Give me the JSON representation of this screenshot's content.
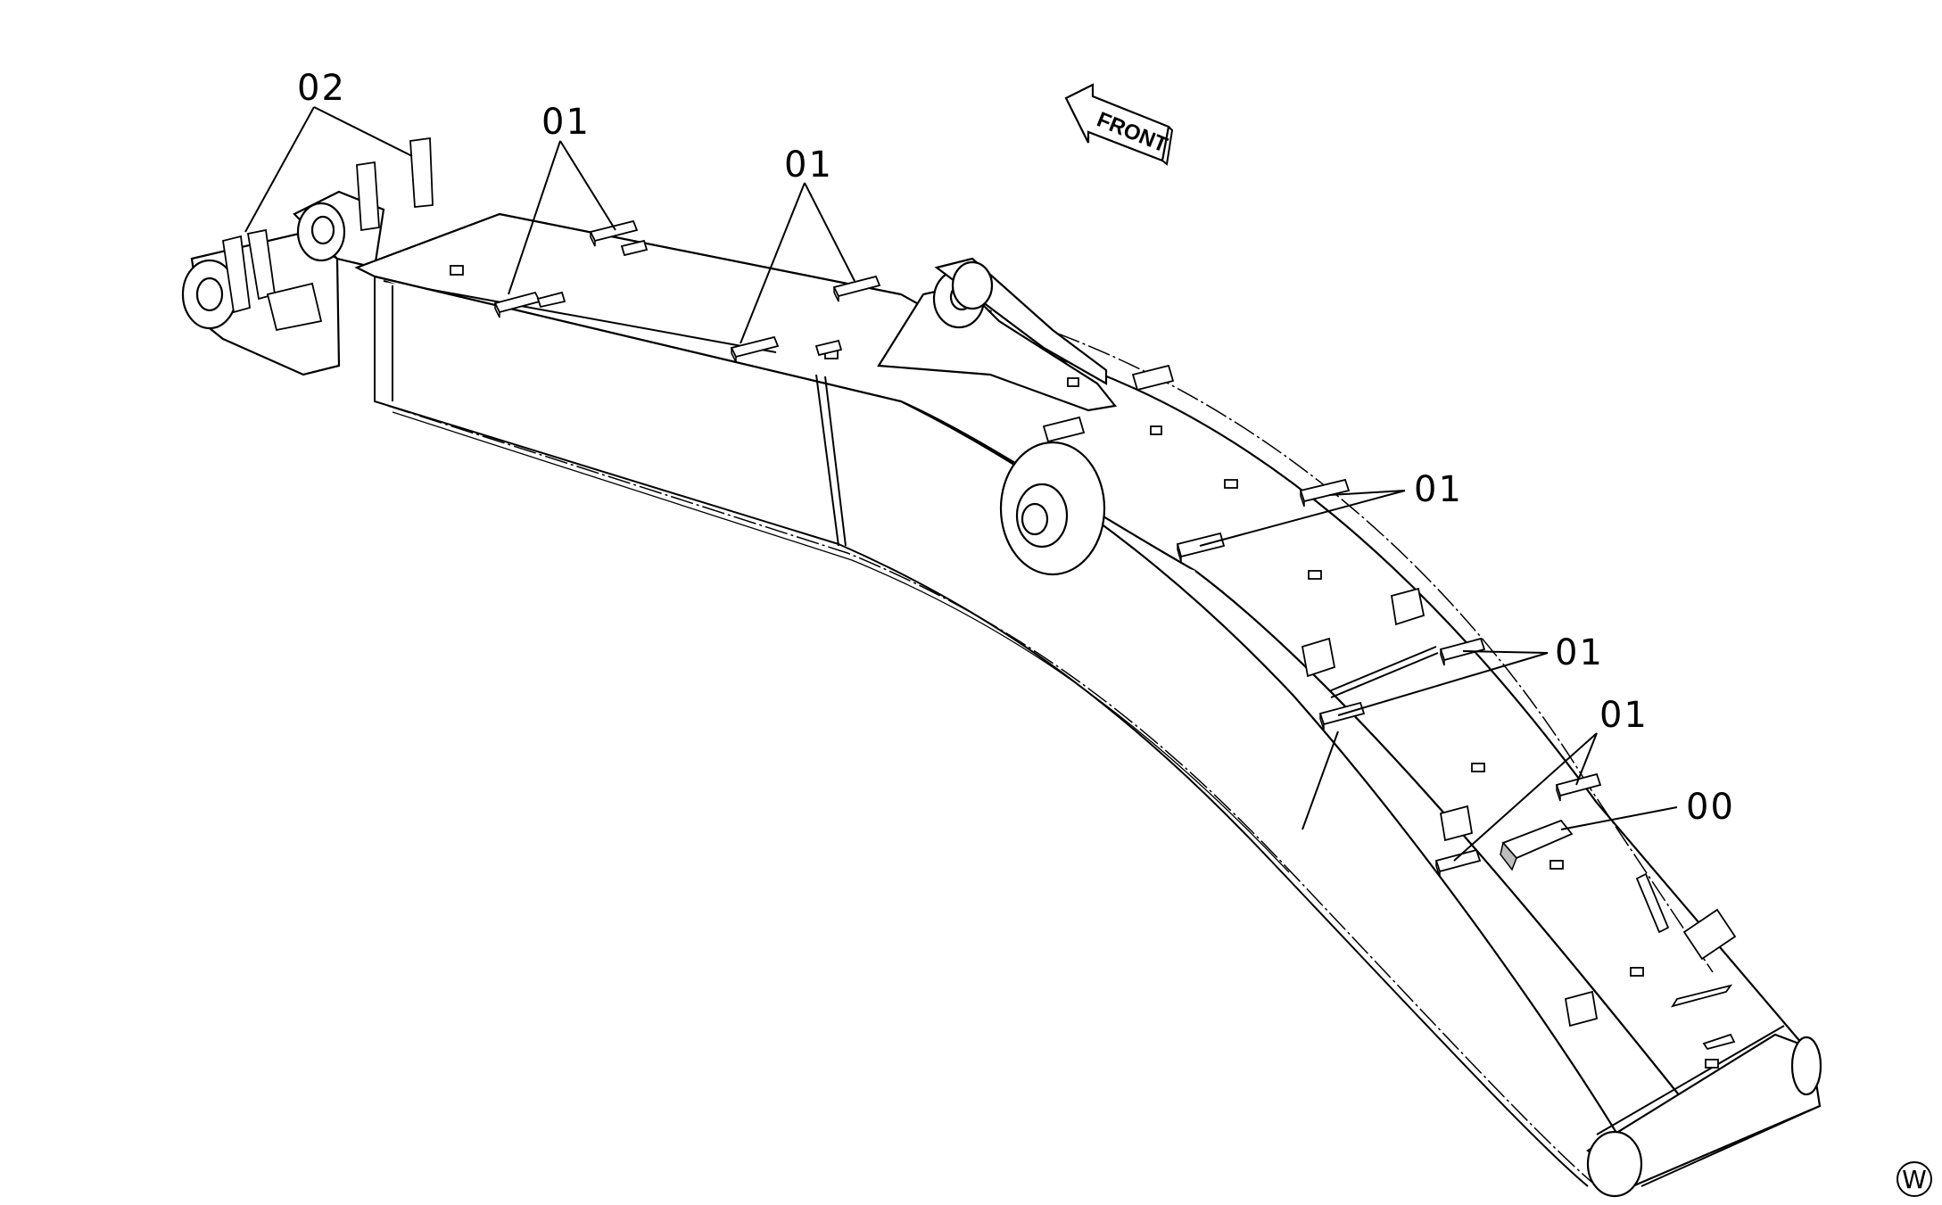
{
  "diagram": {
    "direction_label": "FRONT",
    "corner_mark": "W",
    "callouts": [
      {
        "id": "c02",
        "label": "02"
      },
      {
        "id": "c01a",
        "label": "01"
      },
      {
        "id": "c01b",
        "label": "01"
      },
      {
        "id": "c01c",
        "label": "01"
      },
      {
        "id": "c01d",
        "label": "01"
      },
      {
        "id": "c01e",
        "label": "01"
      },
      {
        "id": "c00",
        "label": "00"
      }
    ]
  }
}
